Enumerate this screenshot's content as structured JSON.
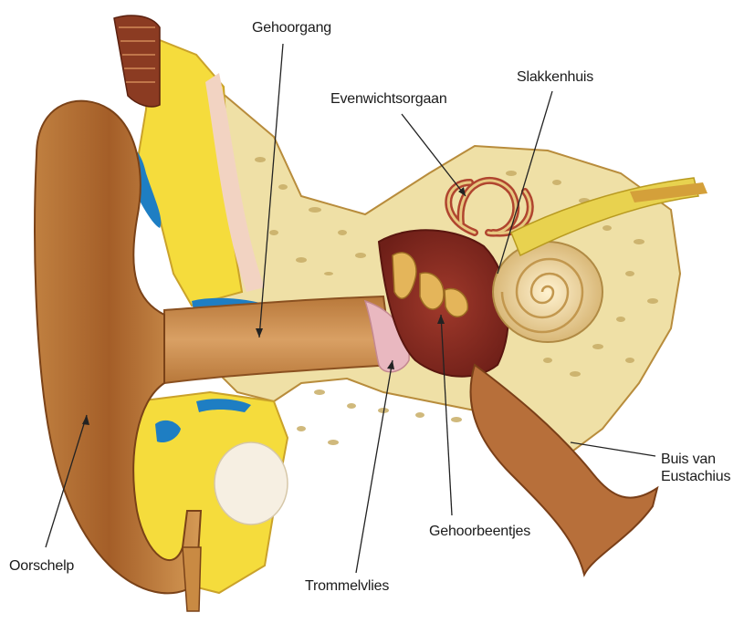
{
  "labels": {
    "ear_canal": "Gehoorgang",
    "balance_organ": "Evenwichtsorgaan",
    "cochlea": "Slakkenhuis",
    "auricle": "Oorschelp",
    "eardrum": "Trommelvlies",
    "ossicles": "Gehoorbeentjes",
    "eustachian_line1": "Buis van",
    "eustachian_line2": "Eustachius"
  },
  "colors": {
    "skin": "#c98a43",
    "skin_dark": "#9a5a22",
    "fat_yellow": "#f5dc3c",
    "bone": "#efe0a6",
    "bone_speckle": "#c8ad66",
    "blue": "#1e7ec3",
    "middle_ear": "#8a2e24",
    "cochlea": "#efd8a0",
    "nerve": "#e8d24f"
  }
}
